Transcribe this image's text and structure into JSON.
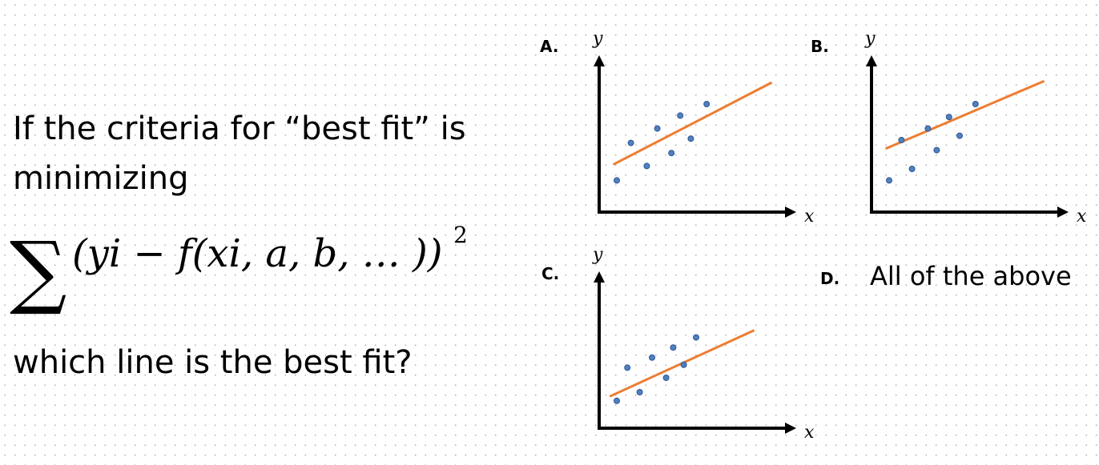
{
  "question": {
    "line1": "If the criteria for “best fit” is minimizing",
    "line2": "which line is the best fit?",
    "formula_symbol": "∑",
    "formula_body": "(yi − f(xi, a, b, … ))",
    "formula_exponent": "2"
  },
  "options": {
    "A": {
      "label": "A.",
      "xlabel": "x",
      "ylabel": "y"
    },
    "B": {
      "label": "B.",
      "xlabel": "x",
      "ylabel": "y"
    },
    "C": {
      "label": "C.",
      "xlabel": "x",
      "ylabel": "y"
    },
    "D": {
      "label": "D.",
      "text": "All of the above"
    }
  },
  "colors": {
    "fit_line": "#ed7d31",
    "points": "#4f81bd",
    "grid_dots": "#b9b9b9"
  },
  "chart_data": [
    {
      "type": "scatter",
      "name": "A",
      "xlim": [
        0,
        10
      ],
      "ylim": [
        0,
        10
      ],
      "points": [
        [
          1,
          2.2
        ],
        [
          1.8,
          4.8
        ],
        [
          2.7,
          3.2
        ],
        [
          3.3,
          5.8
        ],
        [
          4.1,
          4.1
        ],
        [
          4.6,
          6.7
        ],
        [
          5.2,
          5.1
        ],
        [
          6.1,
          7.5
        ]
      ],
      "fit_line": [
        [
          0.8,
          3.3
        ],
        [
          9.8,
          9.0
        ]
      ]
    },
    {
      "type": "scatter",
      "name": "B",
      "xlim": [
        0,
        10
      ],
      "ylim": [
        0,
        10
      ],
      "points": [
        [
          1,
          2.2
        ],
        [
          1.7,
          5.0
        ],
        [
          2.3,
          3.0
        ],
        [
          3.2,
          5.8
        ],
        [
          3.7,
          4.3
        ],
        [
          4.4,
          6.6
        ],
        [
          5.0,
          5.3
        ],
        [
          5.9,
          7.5
        ]
      ],
      "fit_line": [
        [
          0.8,
          4.4
        ],
        [
          9.8,
          9.1
        ]
      ]
    },
    {
      "type": "scatter",
      "name": "C",
      "xlim": [
        0,
        10
      ],
      "ylim": [
        0,
        10
      ],
      "points": [
        [
          1,
          1.9
        ],
        [
          1.6,
          4.2
        ],
        [
          2.3,
          2.5
        ],
        [
          3.0,
          4.9
        ],
        [
          3.8,
          3.5
        ],
        [
          4.2,
          5.6
        ],
        [
          4.8,
          4.4
        ],
        [
          5.5,
          6.3
        ]
      ],
      "fit_line": [
        [
          0.6,
          2.2
        ],
        [
          8.8,
          6.8
        ]
      ]
    }
  ]
}
